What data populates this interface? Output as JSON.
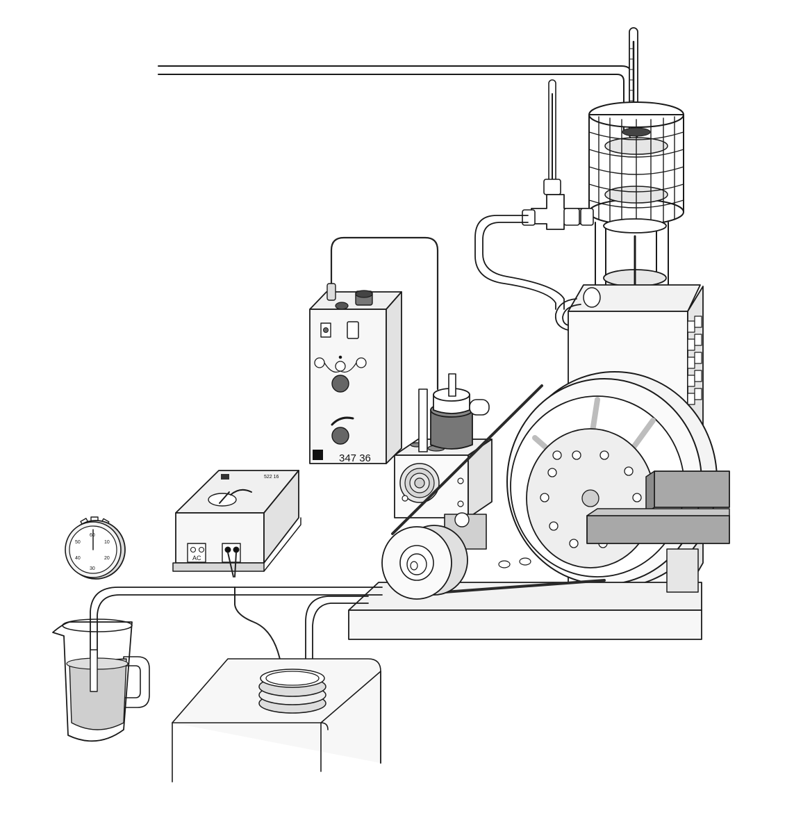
{
  "control_unit": {
    "model_number": "347 36"
  },
  "power_supply": {
    "model_number": "522 16",
    "terminal_ac": "AC"
  },
  "stopwatch": {
    "dial_numbers": [
      "60",
      "10",
      "20",
      "30",
      "40",
      "50"
    ]
  },
  "colors": {
    "outline": "#1a1a1a",
    "panel_light": "#f2f2f2",
    "panel_mid": "#d9d9d9",
    "dark_part": "#6e6e6e",
    "beam": "#a8a8a8",
    "water": "#c9c9c9"
  }
}
